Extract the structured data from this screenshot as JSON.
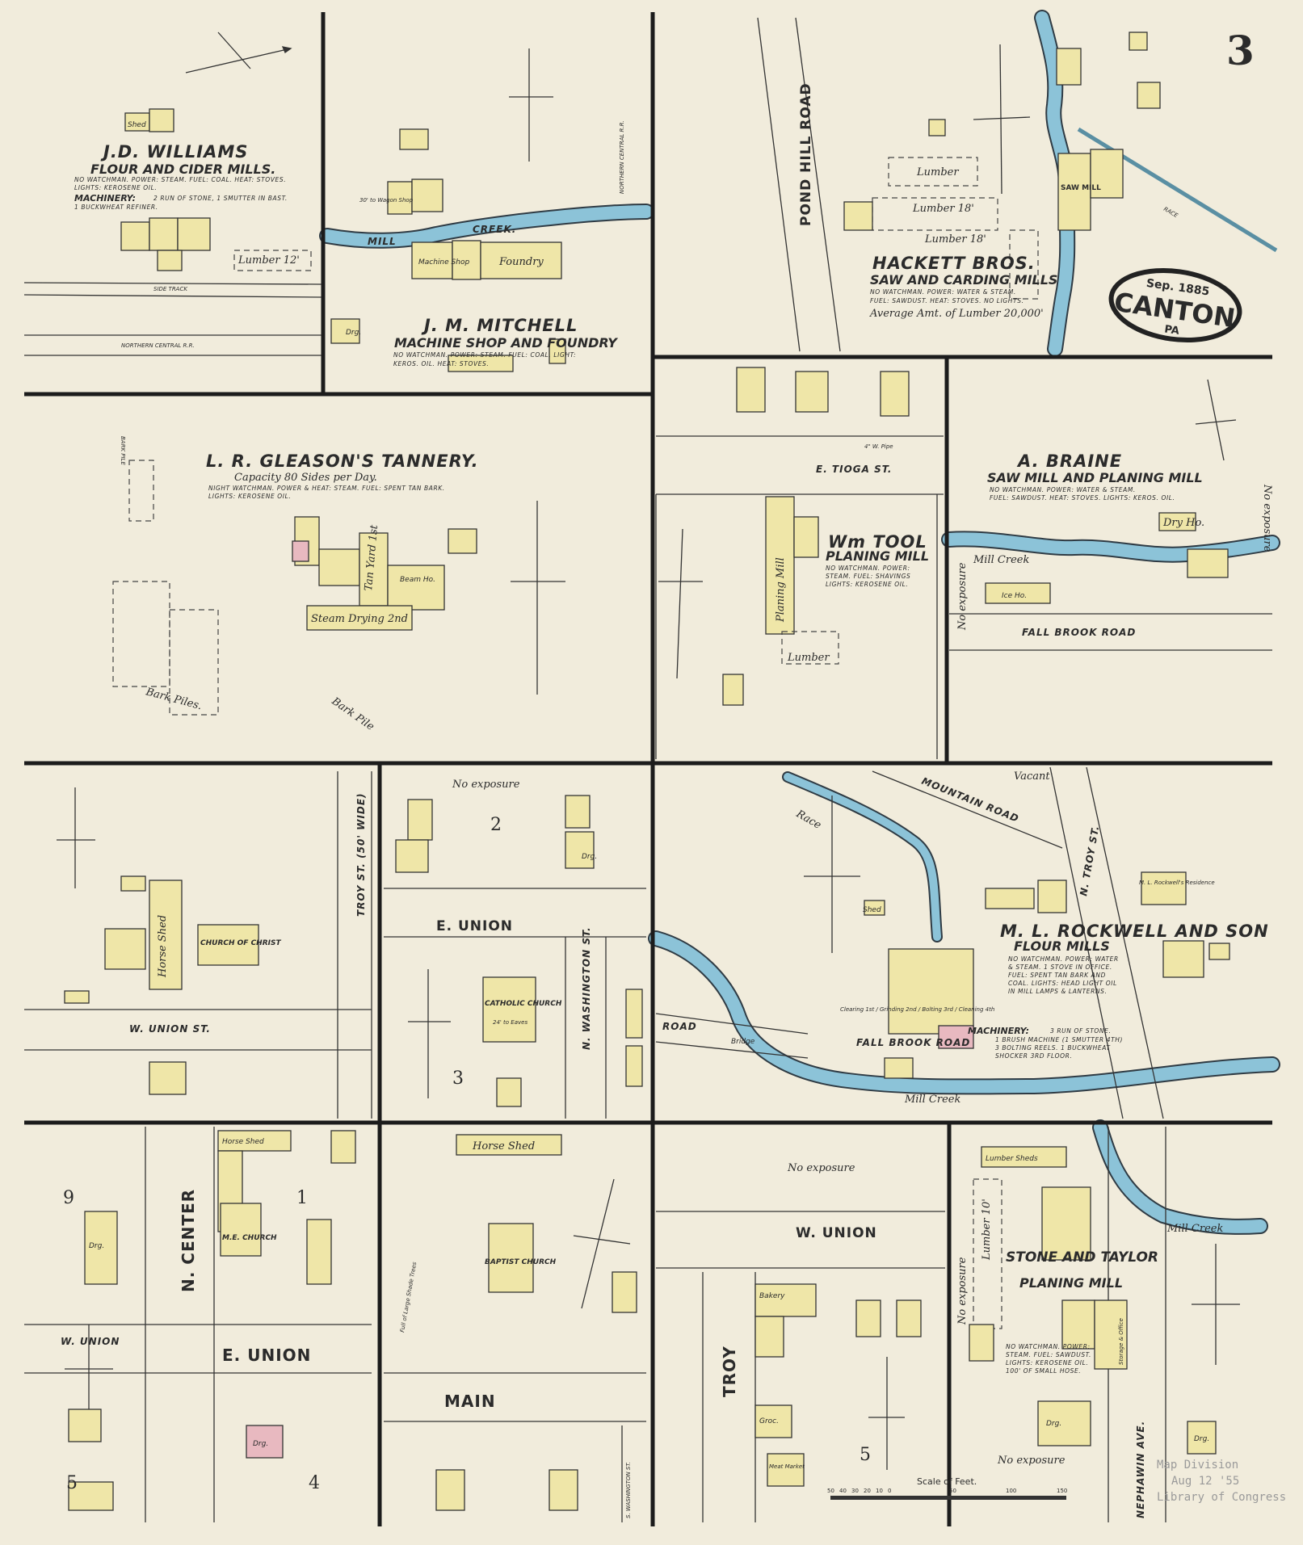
{
  "sheet": {
    "number": "3",
    "date": "Sep. 1885",
    "town": "CANTON",
    "state": "PA"
  },
  "colors": {
    "paper": "#f1ecdc",
    "frame_building": "#efe6a8",
    "brick_building": "#e8b9c0",
    "water": "#8cc3d8",
    "ink": "#2b2b2b"
  },
  "businesses": {
    "williams": {
      "name": "J.D. WILLIAMS",
      "type": "FLOUR AND CIDER MILLS.",
      "desc1": "NO WATCHMAN. POWER: STEAM. FUEL: COAL. HEAT: STOVES.",
      "desc2": "LIGHTS: KEROSENE OIL.",
      "mach_label": "MACHINERY:",
      "mach1": "2 RUN OF STONE, 1 SMUTTER IN BAST.",
      "mach2": "1 BUCKWHEAT REFINER."
    },
    "mitchell": {
      "name": "J. M. MITCHELL",
      "type": "MACHINE SHOP AND FOUNDRY",
      "desc1": "NO WATCHMAN. POWER: STEAM. FUEL: COAL. LIGHT:",
      "desc2": "KEROS. OIL. HEAT: STOVES."
    },
    "hackett": {
      "name": "HACKETT BROS.",
      "type": "SAW AND CARDING MILLS",
      "desc1": "NO WATCHMAN. POWER: WATER & STEAM.",
      "desc2": "FUEL: SAWDUST. HEAT: STOVES. NO LIGHTS.",
      "note": "Average Amt. of Lumber 20,000'"
    },
    "gleason": {
      "name": "L. R. GLEASON'S TANNERY.",
      "capacity": "Capacity 80 Sides per Day.",
      "desc1": "NIGHT WATCHMAN. POWER & HEAT: STEAM. FUEL: SPENT TAN BARK.",
      "desc2": "LIGHTS: KEROSENE OIL."
    },
    "tool": {
      "name": "Wm TOOL",
      "type": "PLANING MILL",
      "desc1": "NO WATCHMAN. POWER:",
      "desc2": "STEAM. FUEL: SHAVINGS",
      "desc3": "LIGHTS: KEROSENE OIL."
    },
    "braine": {
      "name": "A. BRAINE",
      "type": "SAW MILL AND PLANING MILL",
      "desc1": "NO WATCHMAN. POWER: WATER & STEAM.",
      "desc2": "FUEL: SAWDUST. HEAT: STOVES. LIGHTS: KEROS. OIL."
    },
    "rockwell": {
      "name": "M. L. ROCKWELL AND SON",
      "type": "FLOUR MILLS",
      "desc1": "NO WATCHMAN. POWER: WATER",
      "desc2": "& STEAM. 1 STOVE IN OFFICE.",
      "desc3": "FUEL: SPENT TAN BARK AND",
      "desc4": "COAL. LIGHTS: HEAD LIGHT OIL",
      "desc5": "IN MILL LAMPS & LANTERNS.",
      "mach_label": "MACHINERY:",
      "mach1": "3 RUN OF STONE.",
      "mach2": "1 BRUSH MACHINE (1 SMUTTER 4TH)",
      "mach3": "3 BOLTING REELS. 1 BUCKWHEAT",
      "mach4": "SHOCKER 3RD FLOOR."
    },
    "stone_taylor": {
      "name": "STONE AND TAYLOR",
      "type": "PLANING MILL",
      "desc1": "NO WATCHMAN. POWER:",
      "desc2": "STEAM. FUEL: SAWDUST.",
      "desc3": "LIGHTS: KEROSENE OIL.",
      "desc4": "100' OF SMALL HOSE."
    }
  },
  "streets": {
    "pond_hill": "POND HILL ROAD",
    "ncrr": "NORTHERN CENTRAL R.R.",
    "ncrr_v": "NORTHERN CENTRAL R.R.",
    "side_track": "SIDE TRACK",
    "e_tioga": "E. TIOGA ST.",
    "fall_brook_1": "FALL BROOK ROAD",
    "fall_brook_2": "FALL BROOK ROAD",
    "mountain": "MOUNTAIN ROAD",
    "n_troy": "N. TROY ST.",
    "troy_wide": "TROY ST. (50' WIDE)",
    "w_union_st": "W. UNION ST.",
    "e_union_1": "E. UNION",
    "n_washington": "N. WASHINGTON ST.",
    "n_center": "N. CENTER",
    "w_union_2": "W. UNION",
    "e_union_2": "E. UNION",
    "main": "MAIN",
    "s_washington": "S. WASHINGTON ST.",
    "troy": "TROY",
    "w_union_3": "W. UNION",
    "nephawin": "NEPHAWIN AVE.",
    "road": "ROAD",
    "bridge": "Bridge",
    "pipe": "4\" W. Pipe"
  },
  "water": {
    "mill_creek_1": "MILL",
    "mill_creek_1b": "CREEK.",
    "mill_creek_2": "Mill Creek",
    "mill_creek_3": "Mill Creek",
    "mill_creek_4": "Mill Creek",
    "race_1": "RACE",
    "race_2": "Race"
  },
  "blocks": [
    "2",
    "3",
    "9",
    "1",
    "5",
    "4",
    "5"
  ],
  "labels": {
    "shed": "Shed",
    "drg": "Drg.",
    "lumber12": "Lumber 12'",
    "lumber": "Lumber",
    "lumber18a": "Lumber 18'",
    "lumber18b": "Lumber 18'",
    "saw_mill": "SAW MILL",
    "machine_shop": "Machine Shop",
    "foundry": "Foundry",
    "wagon_shop": "30' to Wagon Shop",
    "tan_yard": "Tan Yard 1st",
    "beam_ho": "Beam Ho.",
    "steam_drying": "Steam Drying 2nd",
    "bark_piles": "Bark Piles.",
    "bark_pile": "Bark Pile",
    "bark_pile_v": "BARK PILE",
    "planing_mill": "Planing Mill",
    "ice_ho": "Ice Ho.",
    "dry_ho": "Dry Ho.",
    "vacant": "Vacant",
    "church_christ": "CHURCH OF CHRIST",
    "horse_shed": "Horse Shed",
    "catholic": "CATHOLIC CHURCH",
    "to_eaves": "24' to Eaves",
    "me_church": "M.E. CHURCH",
    "baptist": "BAPTIST CHURCH",
    "horse_shed2": "Horse Shed",
    "bakery": "Bakery",
    "groc": "Groc.",
    "meat_market": "Meat Market",
    "lumber_sheds": "Lumber Sheds",
    "lumber10": "Lumber 10'",
    "storage_office": "Storage & Office",
    "residence": "M. L. Rockwell's Residence",
    "no_exp_1": "No exposure",
    "no_exp_2": "No exposure",
    "no_exp_3": "No exposure",
    "no_exp_4": "No exposure",
    "no_exp_5": "No exposure",
    "no_exp_6": "No exposure",
    "shade_trees": "Full of Large Shade Trees",
    "rockwell_floors": "Clearing 1st / Grinding 2nd / Bolting 3rd / Cleaning 4th"
  },
  "scale": {
    "title": "Scale of Feet.",
    "ticks": [
      "50",
      "40",
      "30",
      "20",
      "10",
      "0",
      "50",
      "100",
      "150"
    ]
  },
  "stamp": {
    "line1": "Map Division",
    "line2": "Aug 12 '55",
    "line3": "Library of Congress"
  }
}
